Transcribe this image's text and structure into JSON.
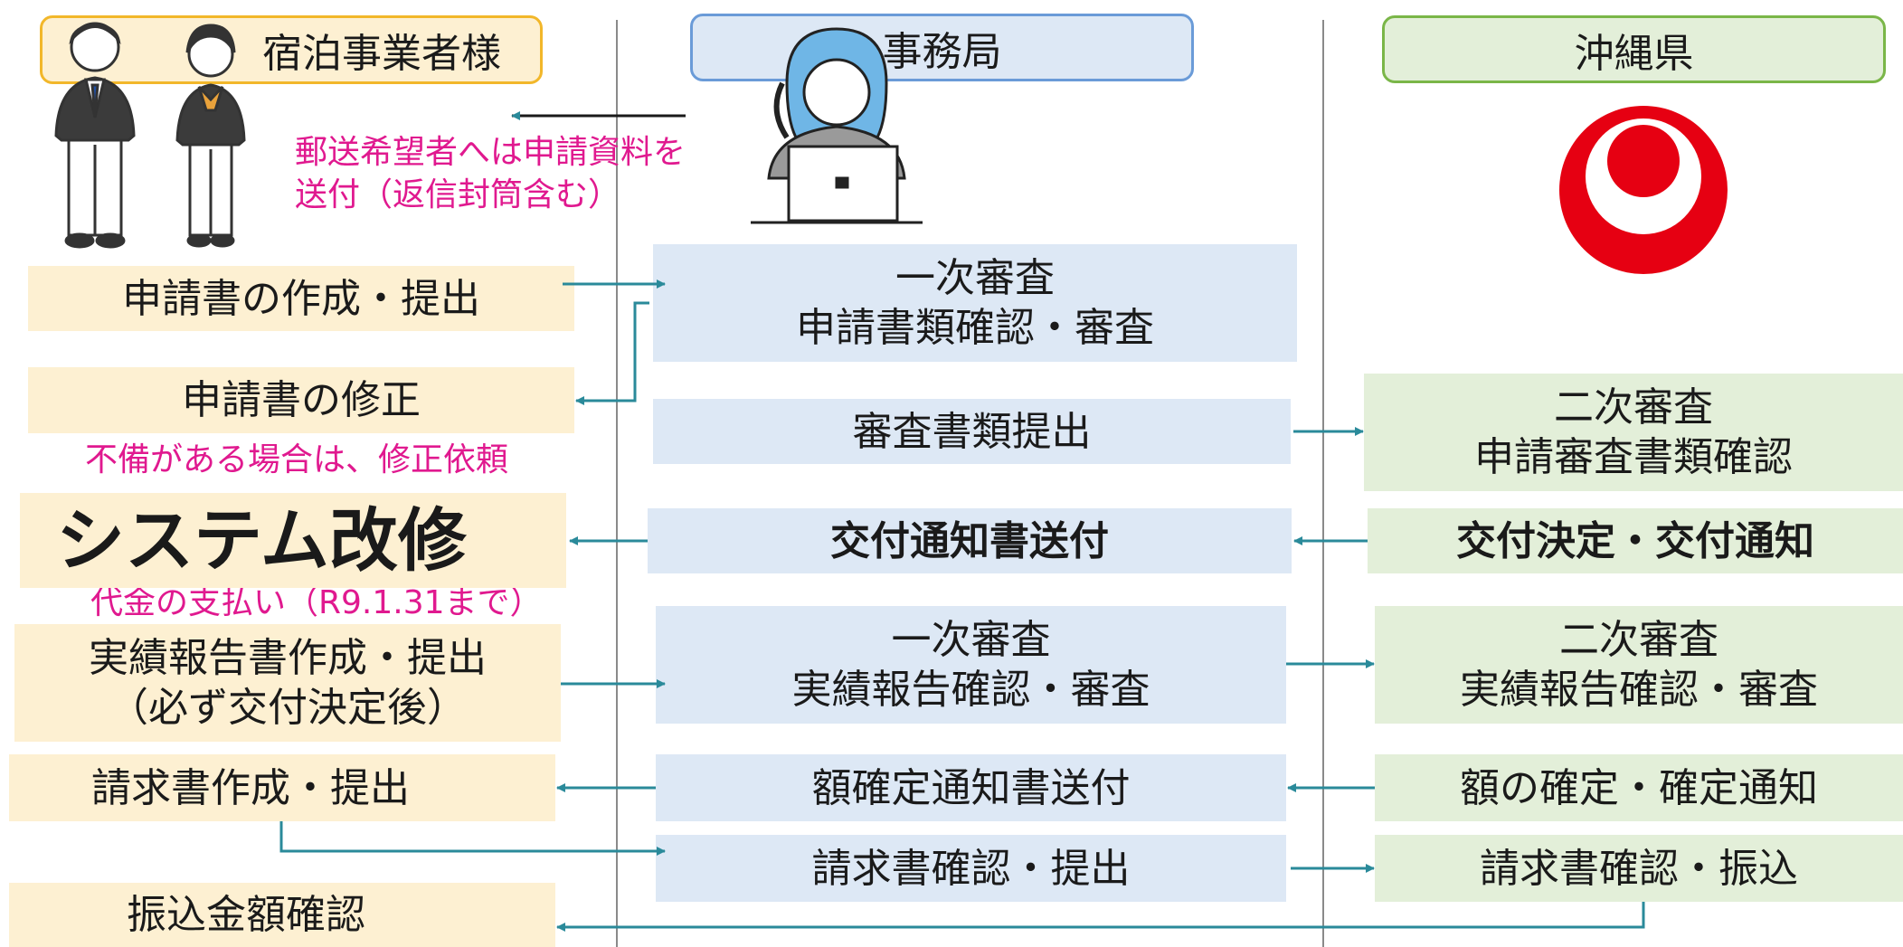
{
  "columns": {
    "business": "宿泊事業者様",
    "office": "事務局",
    "prefecture": "沖縄県"
  },
  "notes": {
    "mail": [
      "郵送希望者へは申請資料を",
      "送付（返信封筒含む）"
    ],
    "deficiency": "不備がある場合は、修正依頼",
    "payment": "代金の支払い（R9.1.31まで）"
  },
  "business": {
    "create_submit": "申請書の作成・提出",
    "revise": "申請書の修正",
    "system": "システム改修",
    "report": [
      "実績報告書作成・提出",
      "（必ず交付決定後）"
    ],
    "invoice": "請求書作成・提出",
    "transfer_check": "振込金額確認"
  },
  "office": {
    "review1": [
      "一次審査",
      "申請書類確認・審査"
    ],
    "submit_review_docs": "審査書類提出",
    "send_notice": "交付通知書送付",
    "report_review": [
      "一次審査",
      "実績報告確認・審査"
    ],
    "send_amount_notice": "額確定通知書送付",
    "invoice_check": "請求書確認・提出"
  },
  "prefecture": {
    "review2": [
      "二次審査",
      "申請審査書類確認"
    ],
    "grant_decision": "交付決定・交付通知",
    "report_review2": [
      "二次審査",
      "実績報告確認・審査"
    ],
    "amount_confirm": "額の確定・確定通知",
    "invoice_transfer": "請求書確認・振込"
  },
  "colors": {
    "business_fill": "#fdf0d2",
    "business_header_border": "#f2b72a",
    "office_fill": "#dde8f5",
    "office_header_border": "#6a9bd8",
    "prefecture_fill": "#e3efd9",
    "prefecture_header_border": "#7ab648",
    "arrow": "#2a8a9a",
    "note": "#e0198f",
    "emblem": "#e60012"
  }
}
